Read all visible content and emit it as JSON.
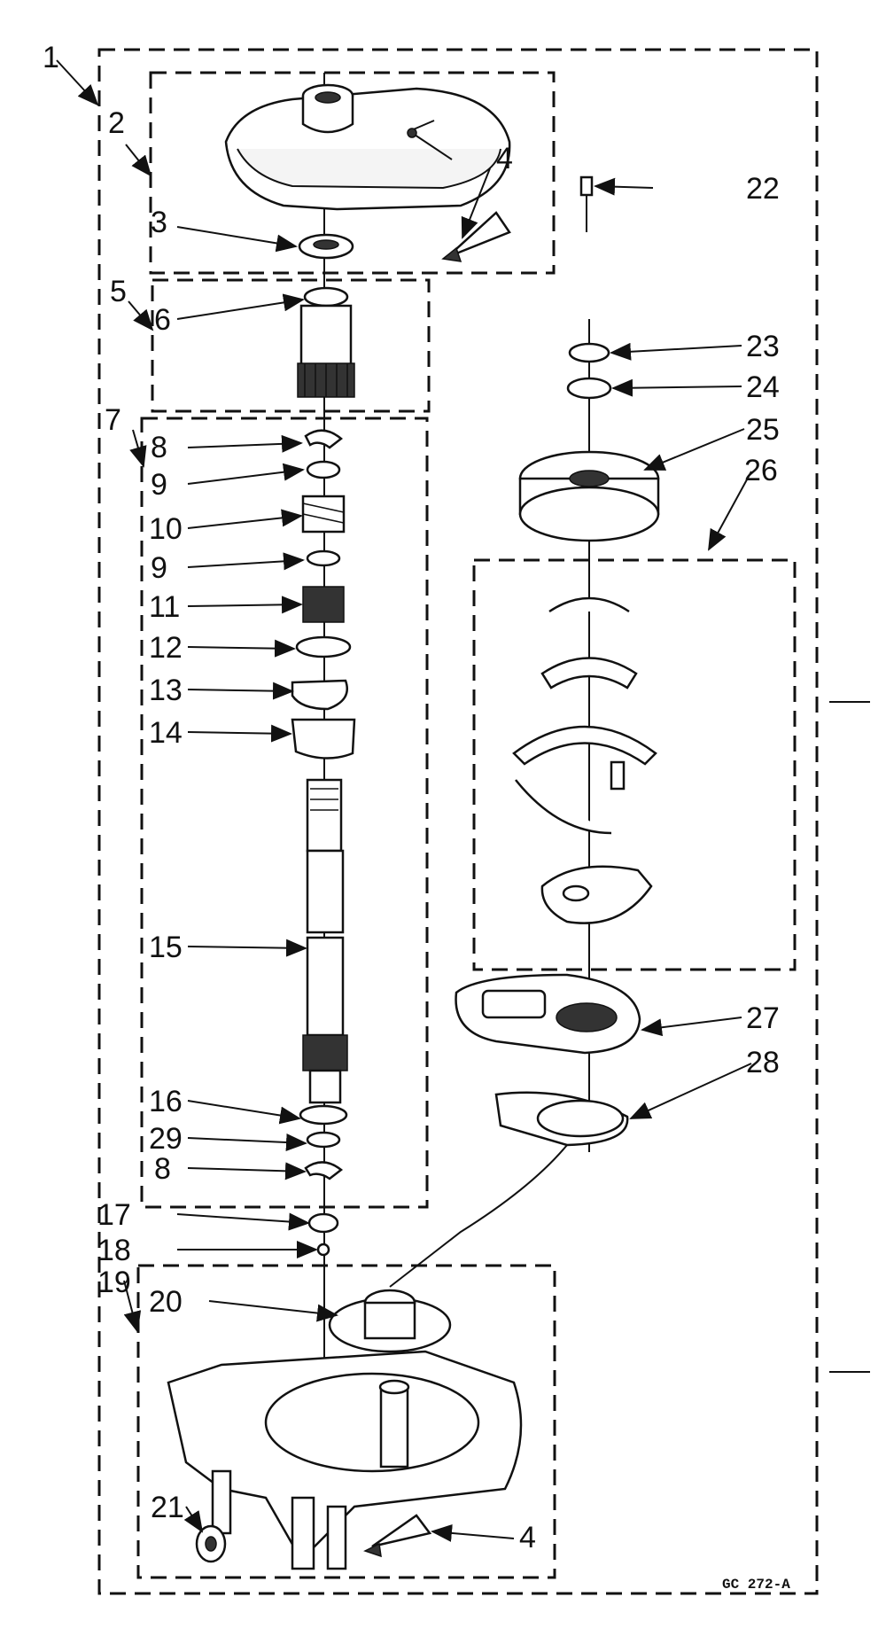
{
  "diagram": {
    "code": "GC 272-A",
    "labels": {
      "l1": "1",
      "l2": "2",
      "l3": "3",
      "l4a": "4",
      "l4b": "4",
      "l5": "5",
      "l6": "6",
      "l7": "7",
      "l8a": "8",
      "l8b": "8",
      "l9a": "9",
      "l9b": "9",
      "l10": "10",
      "l11": "11",
      "l12": "12",
      "l13": "13",
      "l14": "14",
      "l15": "15",
      "l16": "16",
      "l17": "17",
      "l18": "18",
      "l19": "19",
      "l20": "20",
      "l21": "21",
      "l22": "22",
      "l23": "23",
      "l24": "24",
      "l25": "25",
      "l26": "26",
      "l27": "27",
      "l28": "28",
      "l29": "29"
    }
  }
}
